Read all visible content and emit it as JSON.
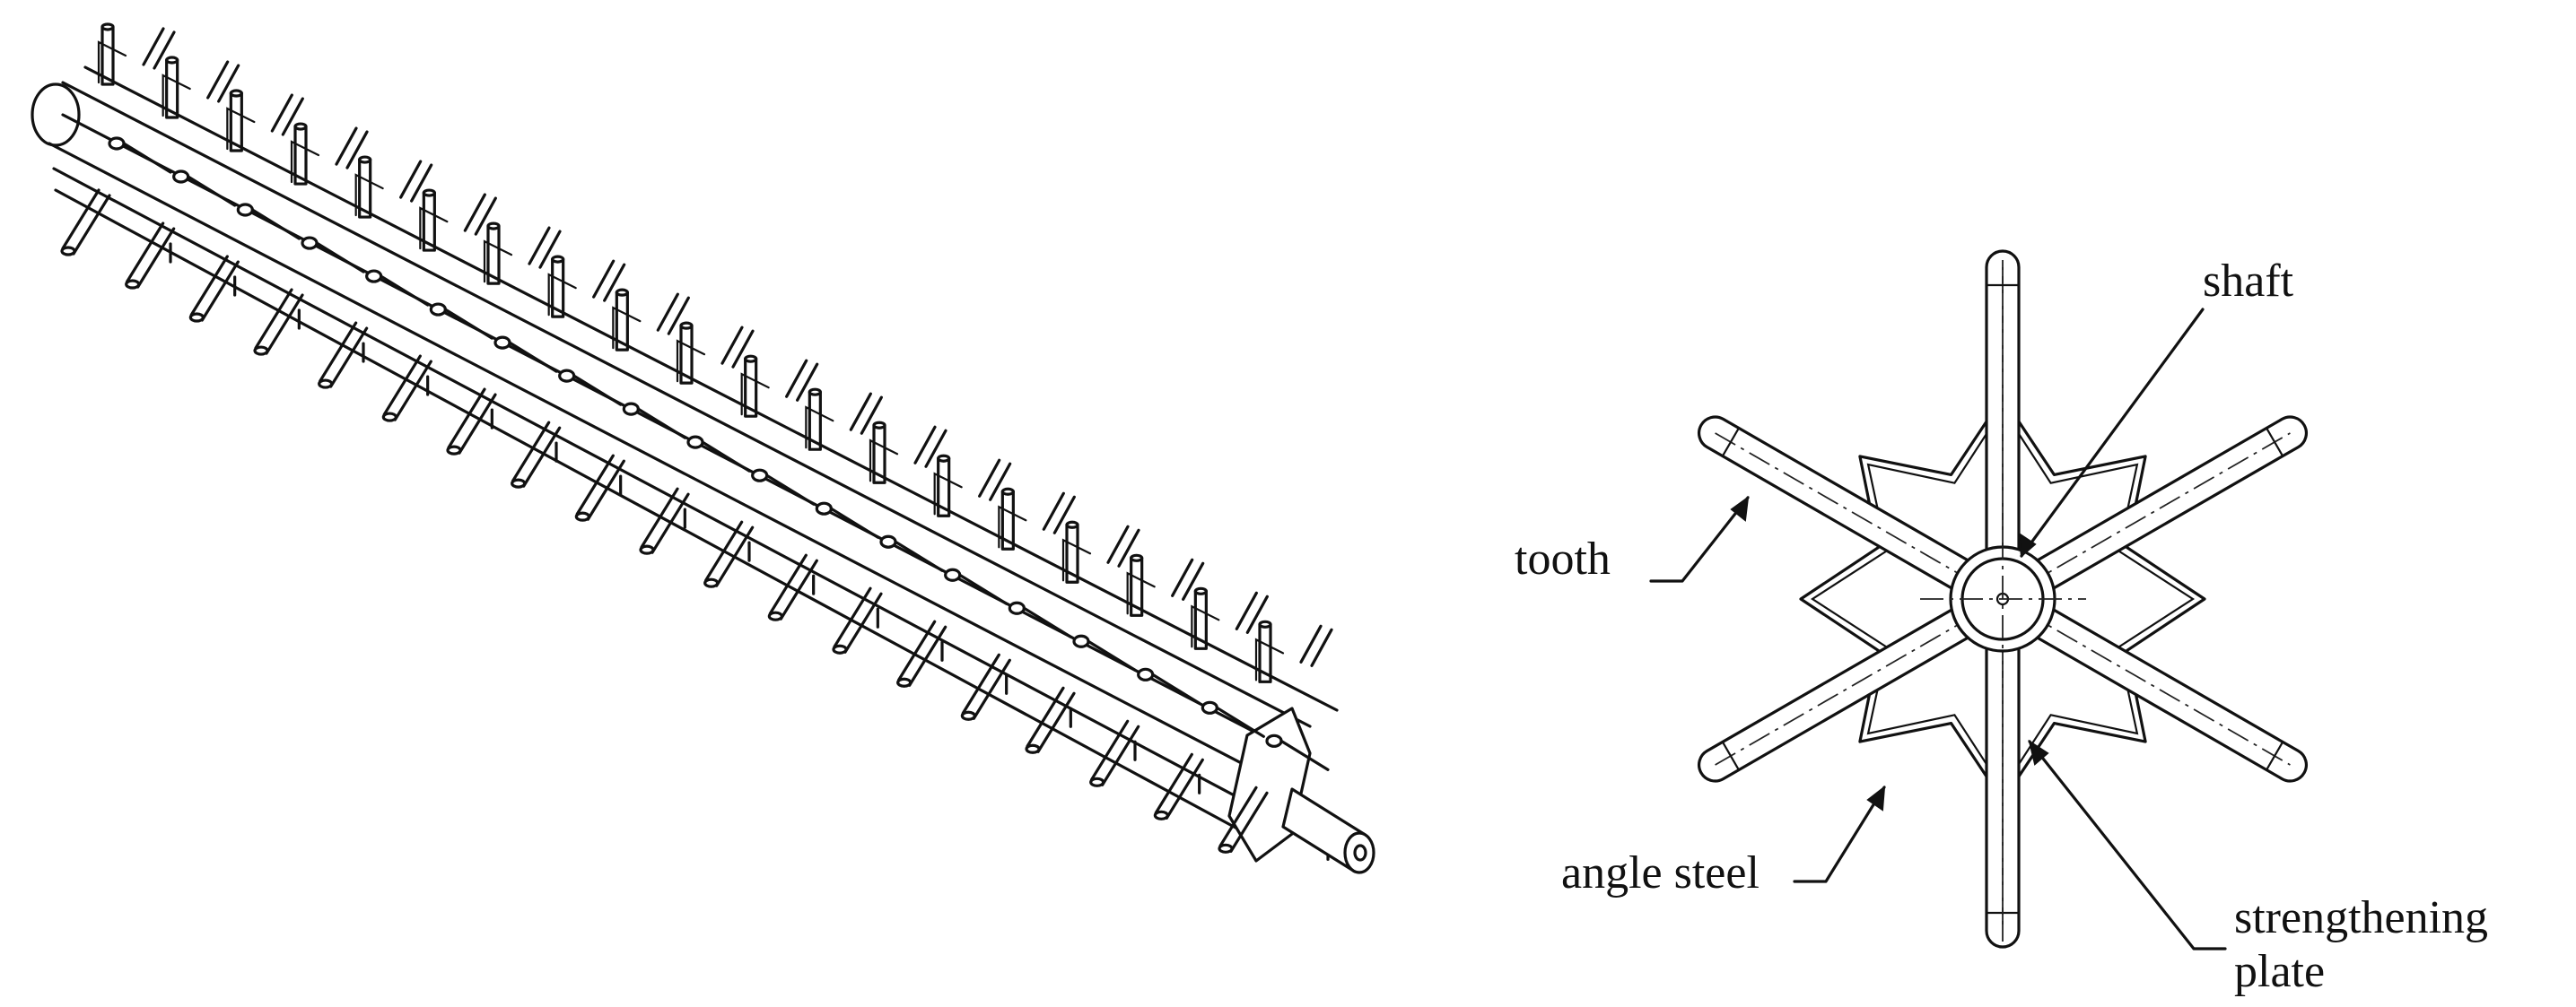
{
  "figure": {
    "labels": {
      "shaft": "shaft",
      "tooth": "tooth",
      "angle_steel": "angle steel",
      "strengthening_plate_line1": "strengthening",
      "strengthening_plate_line2": "plate"
    },
    "parts": {
      "left": "isometric-view-of-toothed-roller",
      "right": "end-view-of-toothed-roller"
    }
  }
}
